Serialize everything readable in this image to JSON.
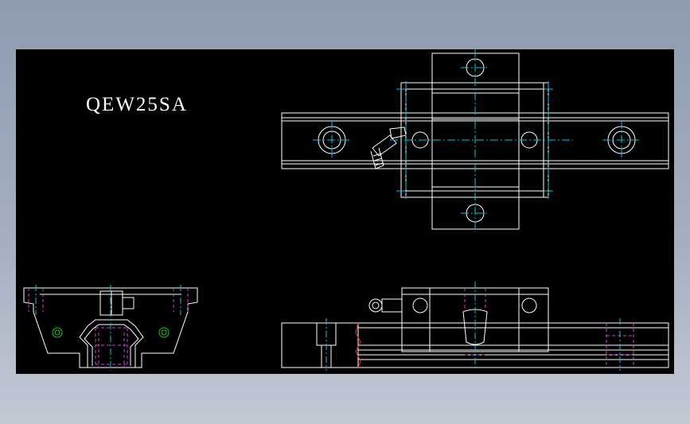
{
  "drawing": {
    "title": "QEW25SA",
    "colors": {
      "background": "#000000",
      "frame": "#8e9bb0",
      "line": "#ffffff",
      "centerline": "#00c8e0",
      "hidden": "#d040d0",
      "thread": "#20c020",
      "break": "#ff3030"
    },
    "views": [
      "top-view",
      "front-section-view",
      "side-view"
    ]
  }
}
